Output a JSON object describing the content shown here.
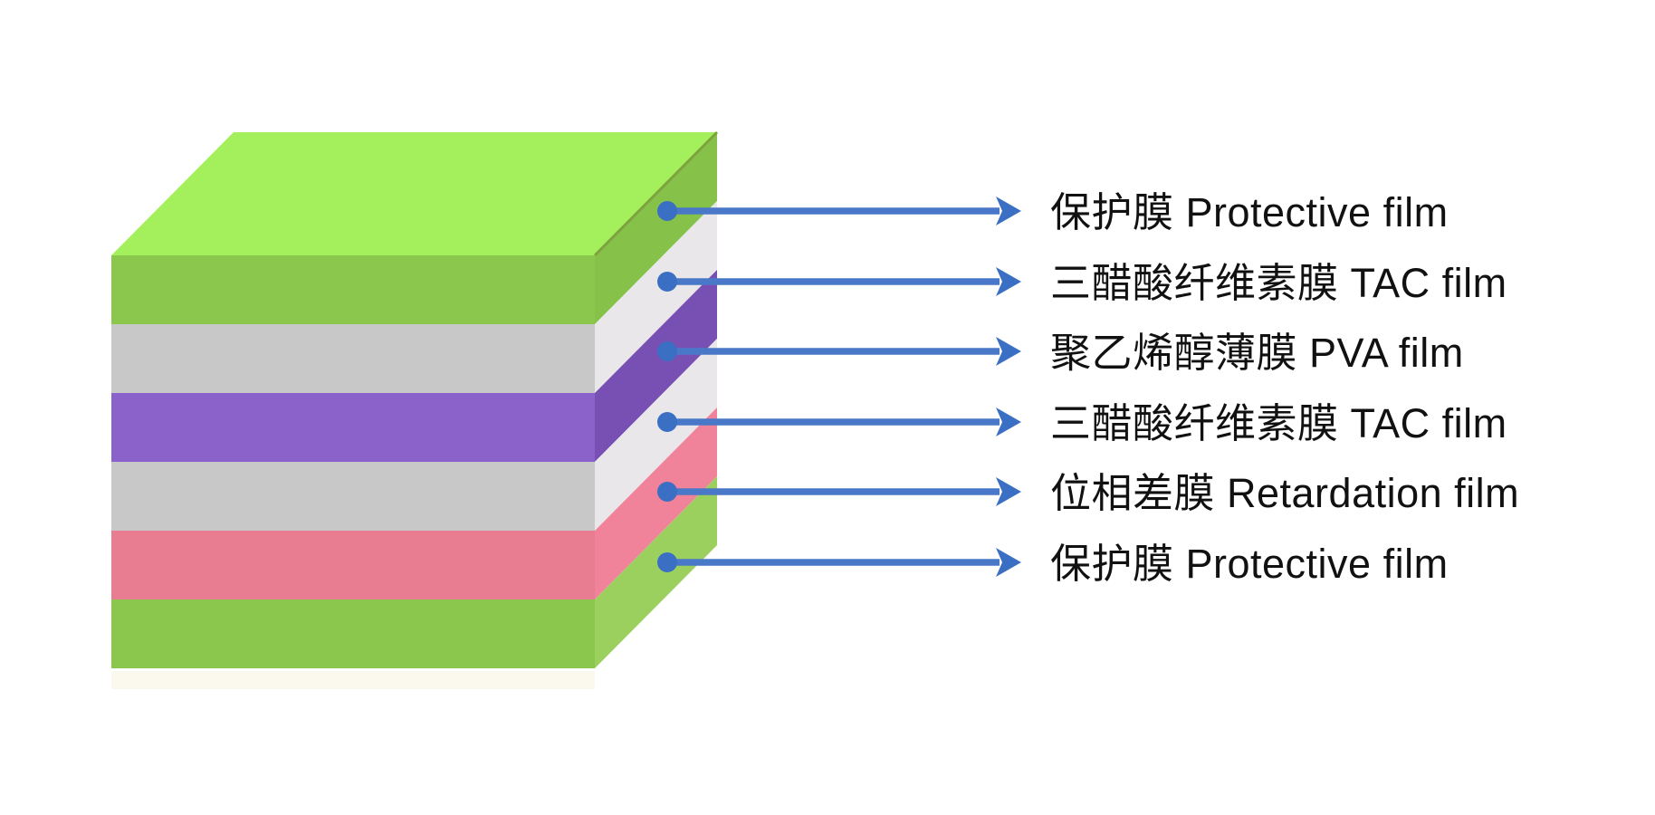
{
  "figure": {
    "background_color": "#ffffff",
    "reflection_color": "#fbf9ee"
  },
  "stack": {
    "top_face_color": "#a4f05c",
    "top_edge_color": "#7da33f",
    "layers": [
      {
        "label": "保护膜 Protective film",
        "front_color": "#8bc64d",
        "side_color": "#86c149"
      },
      {
        "label": "三醋酸纤维素膜 TAC film",
        "front_color": "#c9c8c9",
        "side_color": "#e9e7e9"
      },
      {
        "label": "聚乙烯醇薄膜 PVA film",
        "front_color": "#8a62ca",
        "side_color": "#7850b4"
      },
      {
        "label": "三醋酸纤维素膜 TAC film",
        "front_color": "#c9c8c9",
        "side_color": "#e9e7e9"
      },
      {
        "label": "位相差膜 Retardation film",
        "front_color": "#e87d92",
        "side_color": "#f0839a"
      },
      {
        "label": "保护膜 Protective film",
        "front_color": "#8bc64d",
        "side_color": "#9cd05e"
      }
    ]
  },
  "annotations": {
    "line_color": "#4a78c8",
    "dot_color": "#3a6fc4",
    "text_color": "#111111"
  }
}
